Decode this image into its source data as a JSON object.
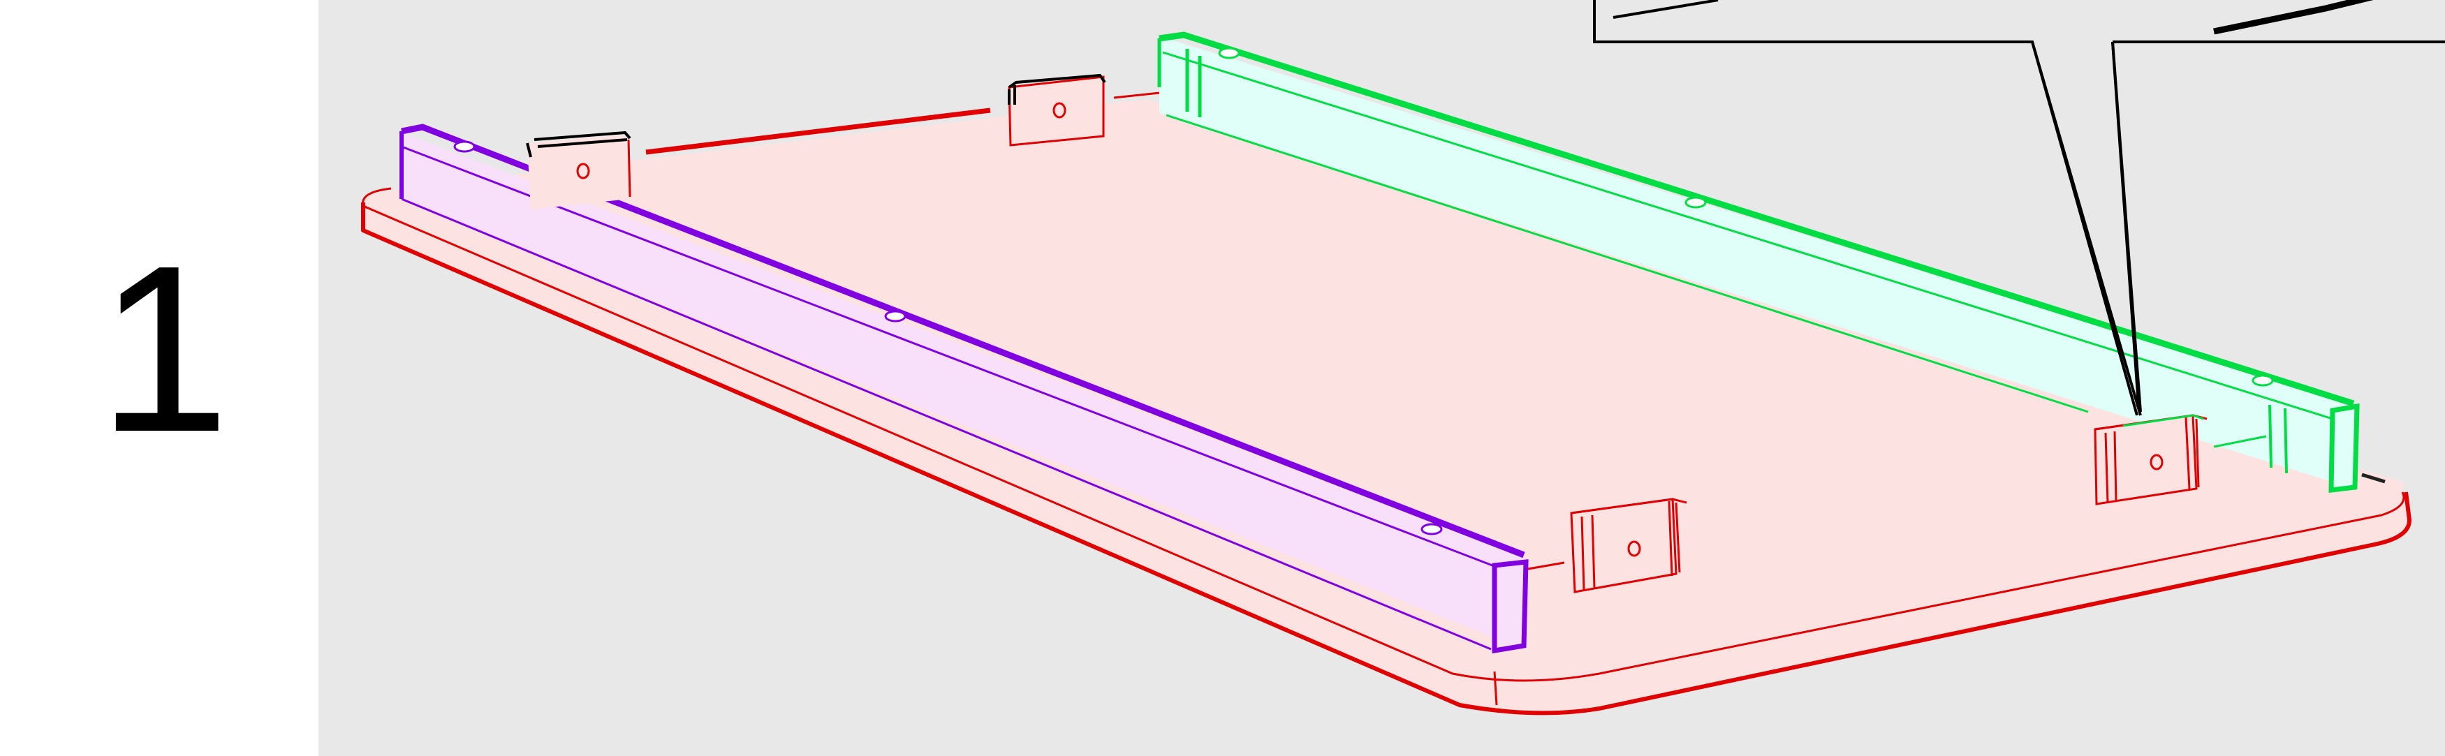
{
  "step": {
    "number": "1"
  },
  "colors": {
    "page_background": "#ffffff",
    "panel_background": "#e8e8e8",
    "board_outline": "#e00000",
    "board_fill": "#fde2e2",
    "left_rail_outline": "#8000e0",
    "left_rail_fill": "#f8e0fa",
    "right_rail_outline": "#00dd44",
    "right_rail_fill": "#e0fff8",
    "callout_line": "#000000"
  },
  "icons": {
    "callout": "zoom-callout-box",
    "screw_hole": "screw-hole-icon",
    "bracket": "mounting-bracket"
  }
}
